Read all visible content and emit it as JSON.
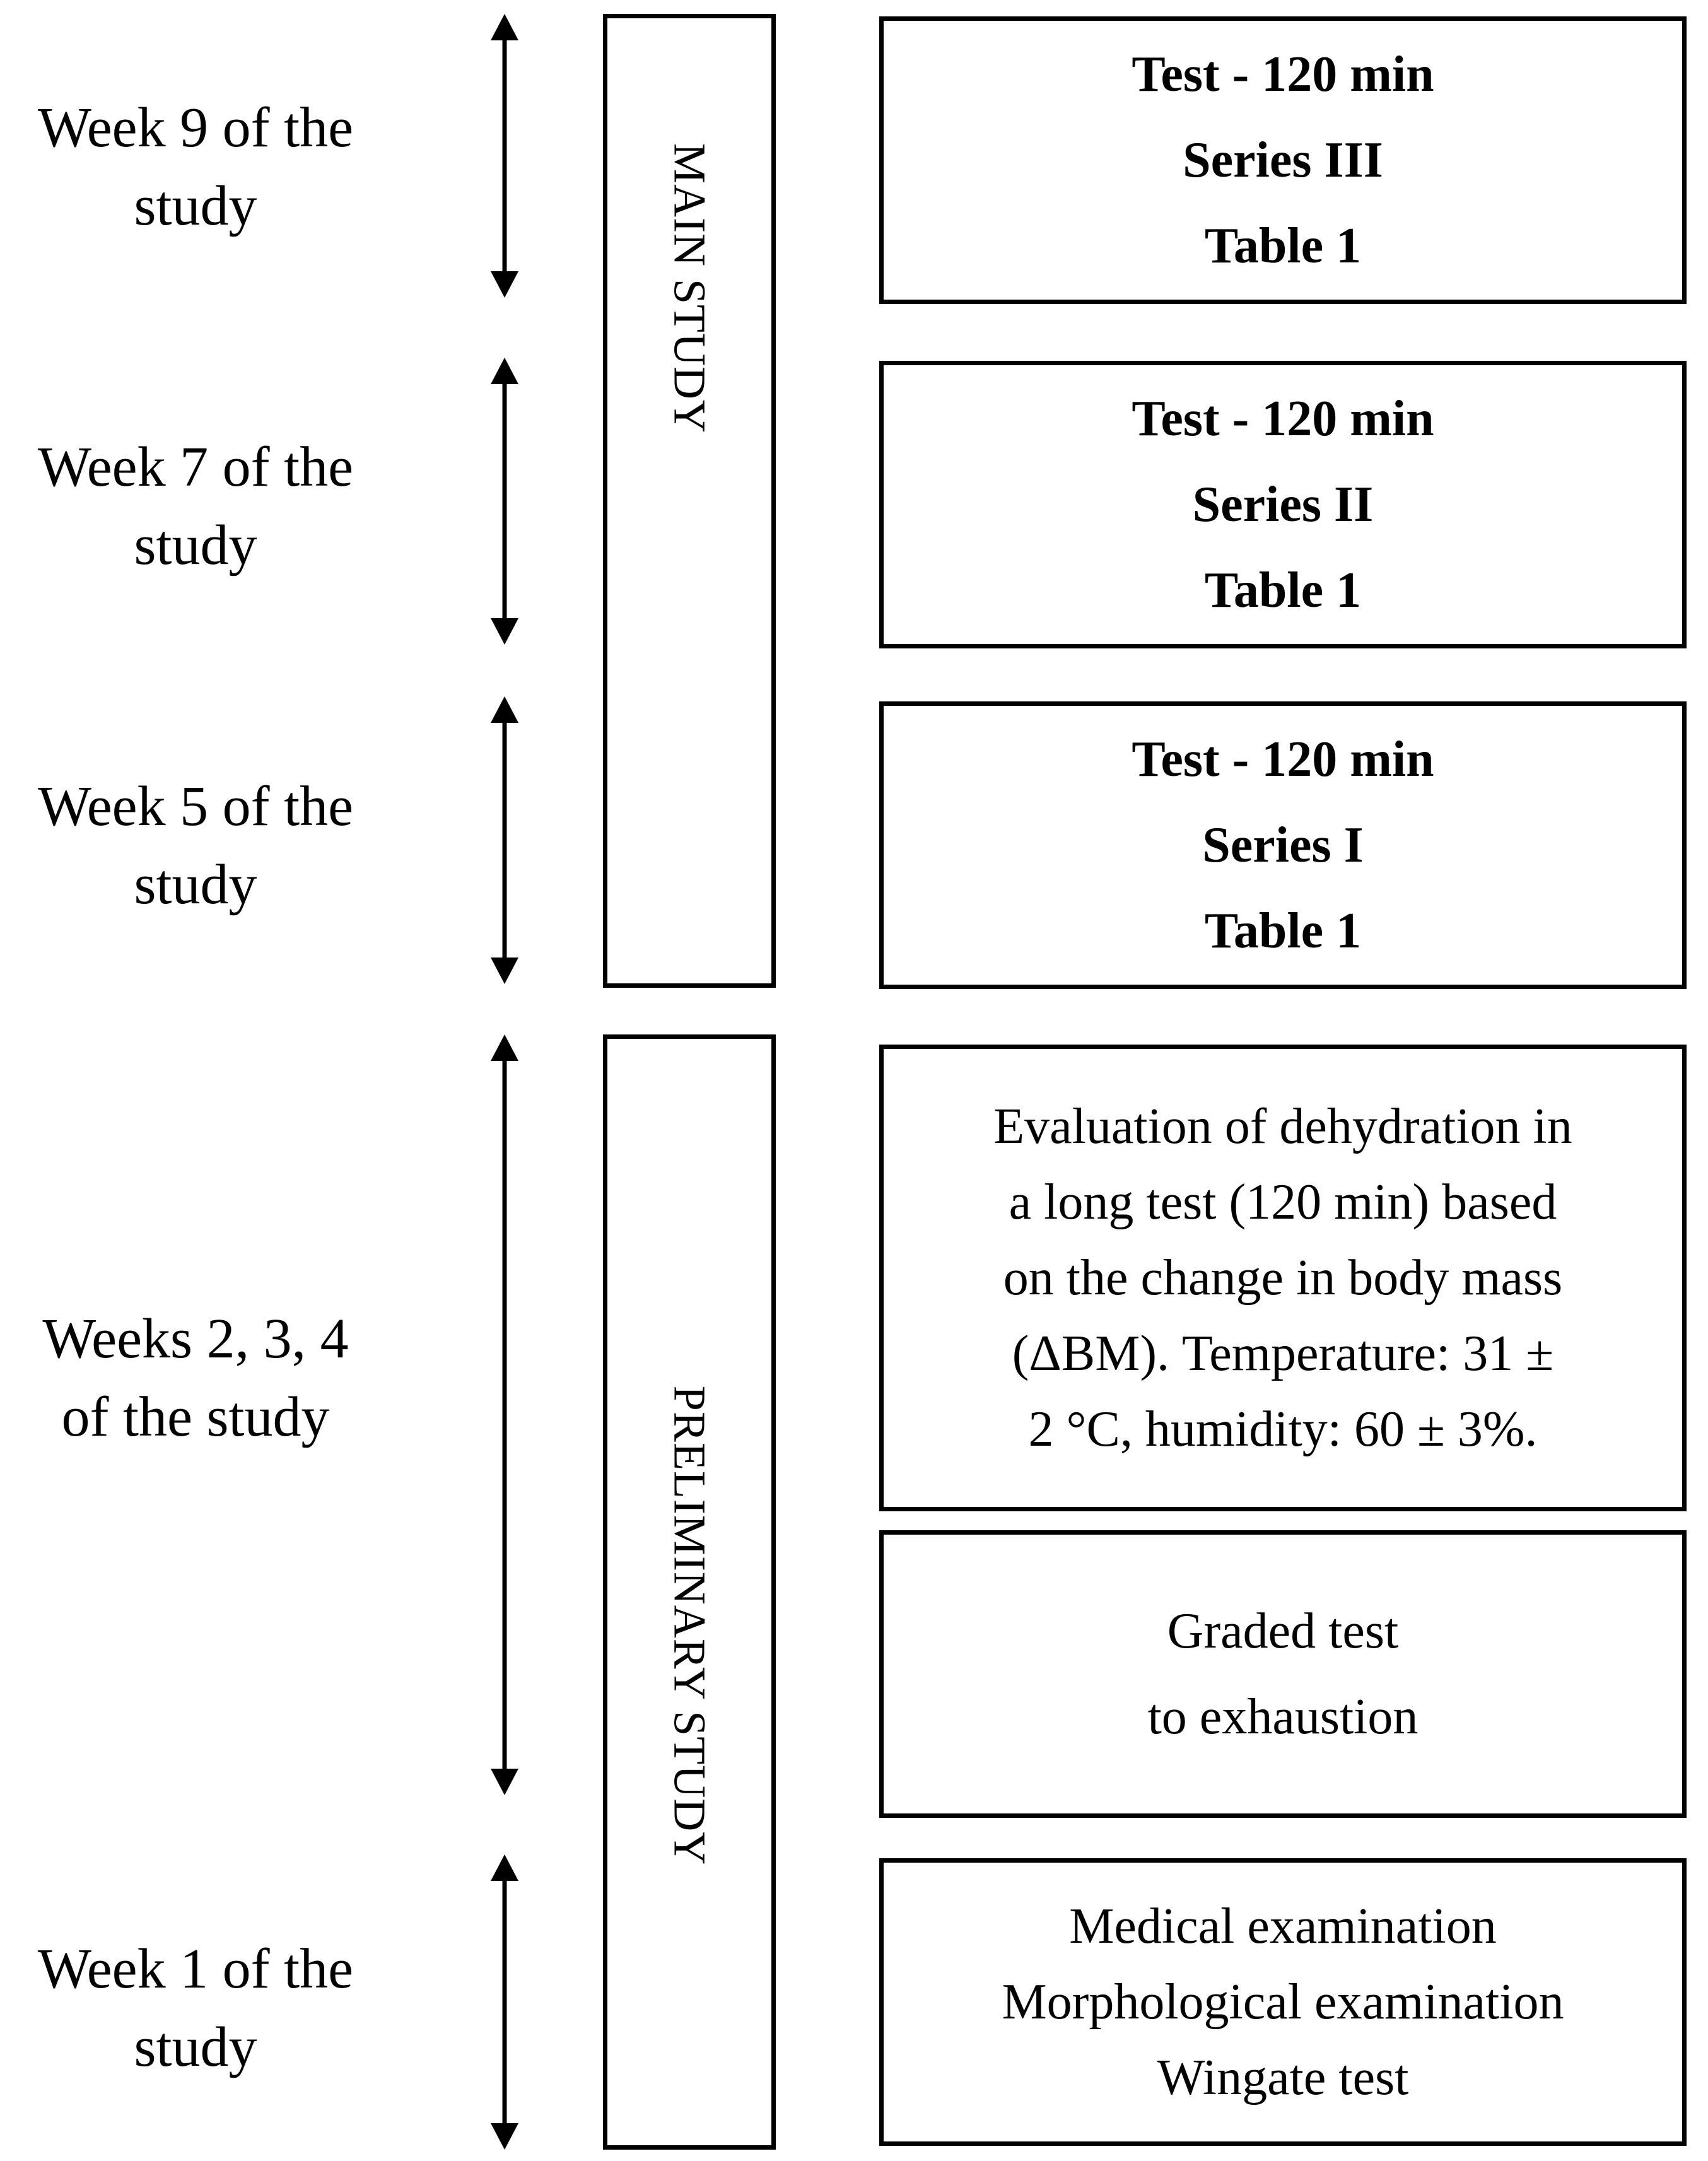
{
  "weeks": {
    "w9": {
      "line1": "Week 9 of the",
      "line2": "study"
    },
    "w7": {
      "line1": "Week 7 of the",
      "line2": "study"
    },
    "w5": {
      "line1": "Week 5 of the",
      "line2": "study"
    },
    "w234": {
      "line1": "Weeks 2, 3, 4",
      "line2": "of the study"
    },
    "w1": {
      "line1": "Week 1 of the",
      "line2": "study"
    }
  },
  "phases": {
    "main": "MAIN STUDY",
    "preliminary": "PRELIMINARY STUDY"
  },
  "steps": {
    "series3": {
      "line1": "Test - 120 min",
      "line2": "Series III",
      "line3": "Table 1"
    },
    "series2": {
      "line1": "Test - 120 min",
      "line2": "Series II",
      "line3": "Table 1"
    },
    "series1": {
      "line1": "Test - 120 min",
      "line2": "Series I",
      "line3": "Table 1"
    },
    "dehydration": {
      "line1": "Evaluation of dehydration in",
      "line2": "a long test (120 min) based",
      "line3": "on the change in body mass",
      "line4": "(ΔBM). Temperature: 31 ±",
      "line5": "2 °C, humidity: 60 ± 3%."
    },
    "graded": {
      "line1": "Graded test",
      "line2": "to exhaustion"
    },
    "week1": {
      "line1": "Medical examination",
      "line2": "Morphological examination",
      "line3": "Wingate test"
    }
  }
}
